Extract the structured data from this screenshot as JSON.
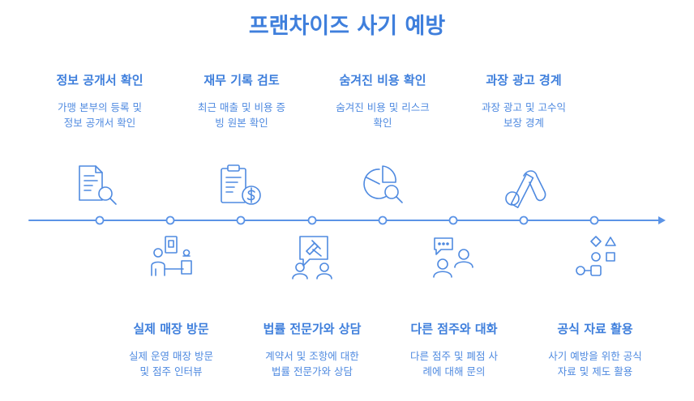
{
  "title": "프랜차이즈 사기 예방",
  "colors": {
    "accent": "#3f7fdc",
    "line": "#5b93e6"
  },
  "steps_top": [
    {
      "title": "정보 공개서 확인",
      "desc": [
        "가맹 본부의 등록 및",
        "정보 공개서 확인"
      ],
      "icon": "document-search-icon"
    },
    {
      "title": "재무 기록 검토",
      "desc": [
        "최근 매출 및 비용 증",
        "빙 원본 확인"
      ],
      "icon": "financial-document-icon"
    },
    {
      "title": "숨겨진 비용 확인",
      "desc": [
        "숨겨진 비용 및 리스크",
        "확인"
      ],
      "icon": "pie-chart-search-icon"
    },
    {
      "title": "과장 광고 경계",
      "desc": [
        "과장 광고 및 고수익",
        "보장 경계"
      ],
      "icon": "ads-icon"
    }
  ],
  "steps_bottom": [
    {
      "title": "실제 매장 방문",
      "desc": [
        "실제 운영 매장 방문",
        "및 점주 인터뷰"
      ],
      "icon": "store-visit-icon"
    },
    {
      "title": "법률 전문가와 상담",
      "desc": [
        "계약서 및 조항에 대한",
        "법률 전문가와 상담"
      ],
      "icon": "legal-consult-icon"
    },
    {
      "title": "다른 점주와 대화",
      "desc": [
        "다른 점주 및 폐점 사",
        "례에 대해 문의"
      ],
      "icon": "conversation-icon"
    },
    {
      "title": "공식 자료 활용",
      "desc": [
        "사기 예방을 위한 공식",
        "자료 및 제도 활용"
      ],
      "icon": "shapes-icon"
    }
  ]
}
